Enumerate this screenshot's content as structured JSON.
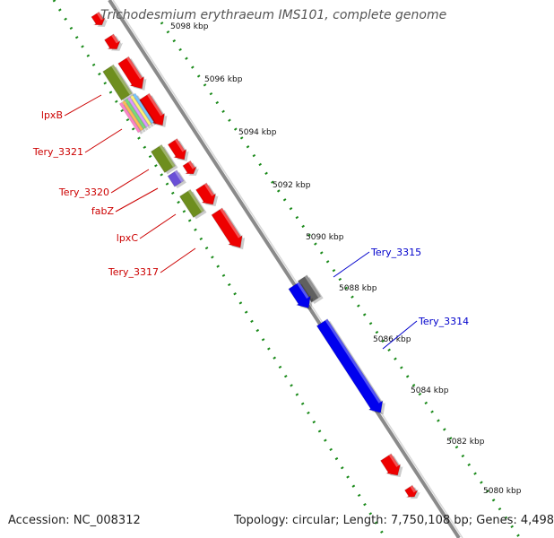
{
  "title": "Trichodesmium erythraeum IMS101, complete genome",
  "footer": {
    "accession": "Accession: NC_008312",
    "summary": "Topology: circular; Length: 7,750,108 bp; Genes: 4,498"
  },
  "colors": {
    "backbone": "#8a8a8a",
    "tick_dots": "#1a8a1a",
    "red_gene": "#ee0000",
    "olive_gene": "#6e8e1e",
    "blue_gene": "#0000ee",
    "gray_gene": "#606060",
    "purple_gene": "#6a4fd6",
    "red_label": "#cc0000",
    "blue_label": "#0000cc"
  },
  "kbp_labels": [
    "5098 kbp",
    "5096 kbp",
    "5094 kbp",
    "5092 kbp",
    "5090 kbp",
    "5088 kbp",
    "5086 kbp",
    "5084 kbp",
    "5082 kbp",
    "5080 kbp"
  ],
  "gene_labels": {
    "left": [
      "lpxB",
      "Tery_3321",
      "Tery_3320",
      "fabZ",
      "lpxC",
      "Tery_3317"
    ],
    "right": [
      "Tery_3315",
      "Tery_3314"
    ]
  }
}
